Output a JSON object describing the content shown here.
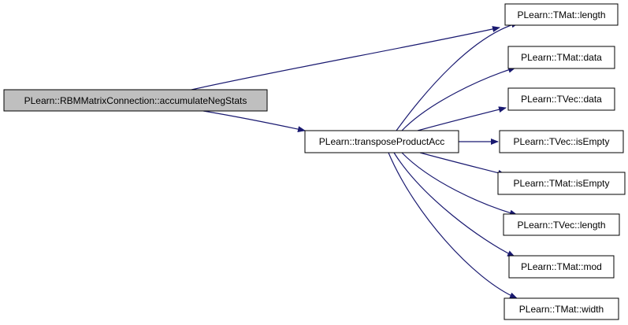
{
  "colors": {
    "edge": "#191970",
    "node_fill": "#ffffff",
    "root_fill": "#bfbfbf",
    "node_border": "#000000"
  },
  "nodes": {
    "root": {
      "label": "PLearn::RBMMatrixConnection::accumulateNegStats",
      "highlighted": true
    },
    "transpose": {
      "label": "PLearn::transposeProductAcc"
    },
    "tmat_length": {
      "label": "PLearn::TMat::length"
    },
    "tmat_data": {
      "label": "PLearn::TMat::data"
    },
    "tvec_data": {
      "label": "PLearn::TVec::data"
    },
    "tvec_isempty": {
      "label": "PLearn::TVec::isEmpty"
    },
    "tmat_isempty": {
      "label": "PLearn::TMat::isEmpty"
    },
    "tvec_length": {
      "label": "PLearn::TVec::length"
    },
    "tmat_mod": {
      "label": "PLearn::TMat::mod"
    },
    "tmat_width": {
      "label": "PLearn::TMat::width"
    }
  },
  "edges": [
    {
      "from": "root",
      "to": "tmat_length"
    },
    {
      "from": "root",
      "to": "transpose"
    },
    {
      "from": "transpose",
      "to": "tmat_length"
    },
    {
      "from": "transpose",
      "to": "tmat_data"
    },
    {
      "from": "transpose",
      "to": "tvec_data"
    },
    {
      "from": "transpose",
      "to": "tvec_isempty"
    },
    {
      "from": "transpose",
      "to": "tmat_isempty"
    },
    {
      "from": "transpose",
      "to": "tvec_length"
    },
    {
      "from": "transpose",
      "to": "tmat_mod"
    },
    {
      "from": "transpose",
      "to": "tmat_width"
    }
  ]
}
